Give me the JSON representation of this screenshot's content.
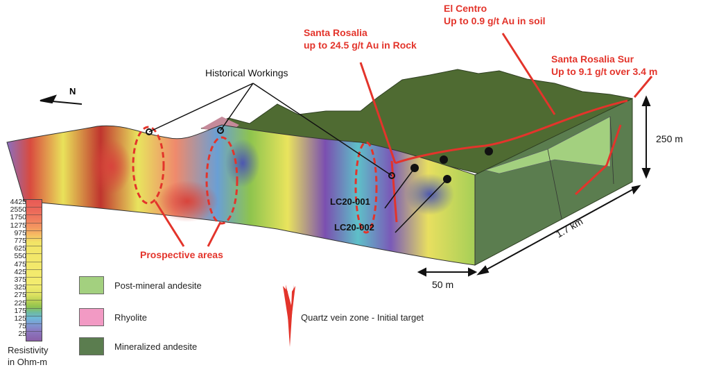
{
  "labels": {
    "north": "N",
    "historical_workings": "Historical Workings",
    "santa_rosalia": {
      "title": "Santa Rosalia",
      "detail": "up to 24.5 g/t Au in Rock"
    },
    "el_centro": {
      "title": "El Centro",
      "detail": "Up to 0.9 g/t Au in soil"
    },
    "santa_rosalia_sur": {
      "title": "Santa Rosalia Sur",
      "detail": "Up to 9.1 g/t over 3.4 m"
    },
    "prospective_areas": "Prospective areas",
    "drillhole_1": "LC20-001",
    "drillhole_2": "LC20-002",
    "dim_height": "250 m",
    "dim_length": "1.7 km",
    "dim_width": "50 m"
  },
  "resistivity_scale": {
    "title_line1": "Resistivity",
    "title_line2": "in Ohm-m",
    "ticks": [
      "4425",
      "2550",
      "1750",
      "1275",
      "975",
      "775",
      "625",
      "550",
      "475",
      "425",
      "375",
      "325",
      "275",
      "225",
      "175",
      "125",
      "75",
      "25"
    ]
  },
  "legend": [
    {
      "label": "Post-mineral andesite",
      "color": "#a3d07f"
    },
    {
      "label": "Rhyolite",
      "color": "#f29ac4"
    },
    {
      "label": "Mineralized andesite",
      "color": "#5b7d4f"
    }
  ],
  "quartz_legend": "Quartz vein zone - Initial target",
  "colors": {
    "annotation": "#e3342b",
    "terrain": "#4f6b32"
  }
}
